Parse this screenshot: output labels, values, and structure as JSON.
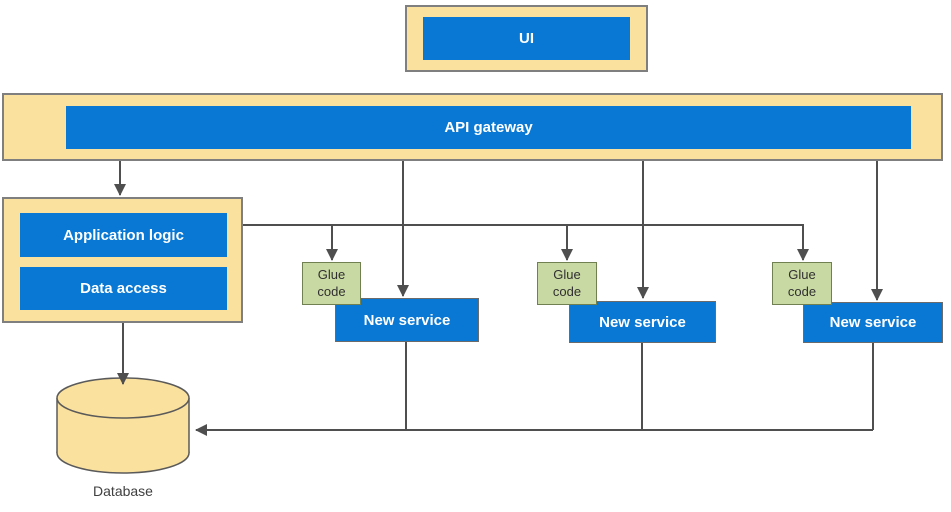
{
  "nodes": {
    "ui": {
      "label": "UI"
    },
    "api_gateway": {
      "label": "API gateway"
    },
    "application_logic": {
      "label": "Application logic"
    },
    "data_access": {
      "label": "Data access"
    },
    "glue1": {
      "label": "Glue code"
    },
    "glue2": {
      "label": "Glue code"
    },
    "glue3": {
      "label": "Glue code"
    },
    "service1": {
      "label": "New service"
    },
    "service2": {
      "label": "New service"
    },
    "service3": {
      "label": "New service"
    },
    "database": {
      "label": "Database"
    }
  },
  "colors": {
    "yellow_fill": "#fbe19e",
    "gray_border": "#7f7f7f",
    "blue_fill": "#0878d4",
    "green_fill": "#c9d9a3",
    "green_border": "#708050",
    "line_color": "#4f4f4f",
    "cylinder_stroke": "#5a5a5a"
  }
}
